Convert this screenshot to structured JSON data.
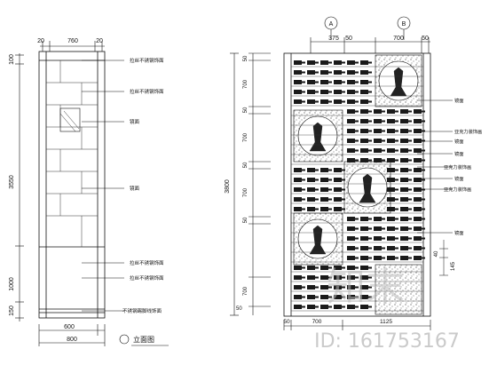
{
  "left": {
    "top_dims": [
      "20",
      "760",
      "20"
    ],
    "left_dims": [
      "100",
      "3550",
      "1000",
      "150"
    ],
    "bottom_dims": [
      "600",
      "800"
    ],
    "callouts": [
      "拉丝不锈钢饰面",
      "拉丝不锈钢饰面",
      "镜面",
      "镜面",
      "拉丝不锈钢饰面",
      "拉丝不锈钢饰面",
      "不锈钢踢脚线饰面"
    ],
    "title": "立面图"
  },
  "right": {
    "top_dims": [
      "375",
      "50",
      "700",
      "50"
    ],
    "left_total": "3800",
    "left_dims": [
      "50",
      "700",
      "50",
      "700",
      "50",
      "700",
      "50",
      "700",
      "50"
    ],
    "bottom_dims": [
      "50",
      "700",
      "1125"
    ],
    "callouts": [
      "镜面",
      "亚克力装饰画",
      "镜面",
      "镜面",
      "亚克力装饰画",
      "镜面",
      "亚克力装饰画",
      "镜面"
    ],
    "small_dims": [
      "40",
      "145"
    ],
    "markers": [
      "A",
      "B"
    ]
  },
  "watermark": {
    "logo": "知末",
    "id": "ID: 161753167"
  }
}
